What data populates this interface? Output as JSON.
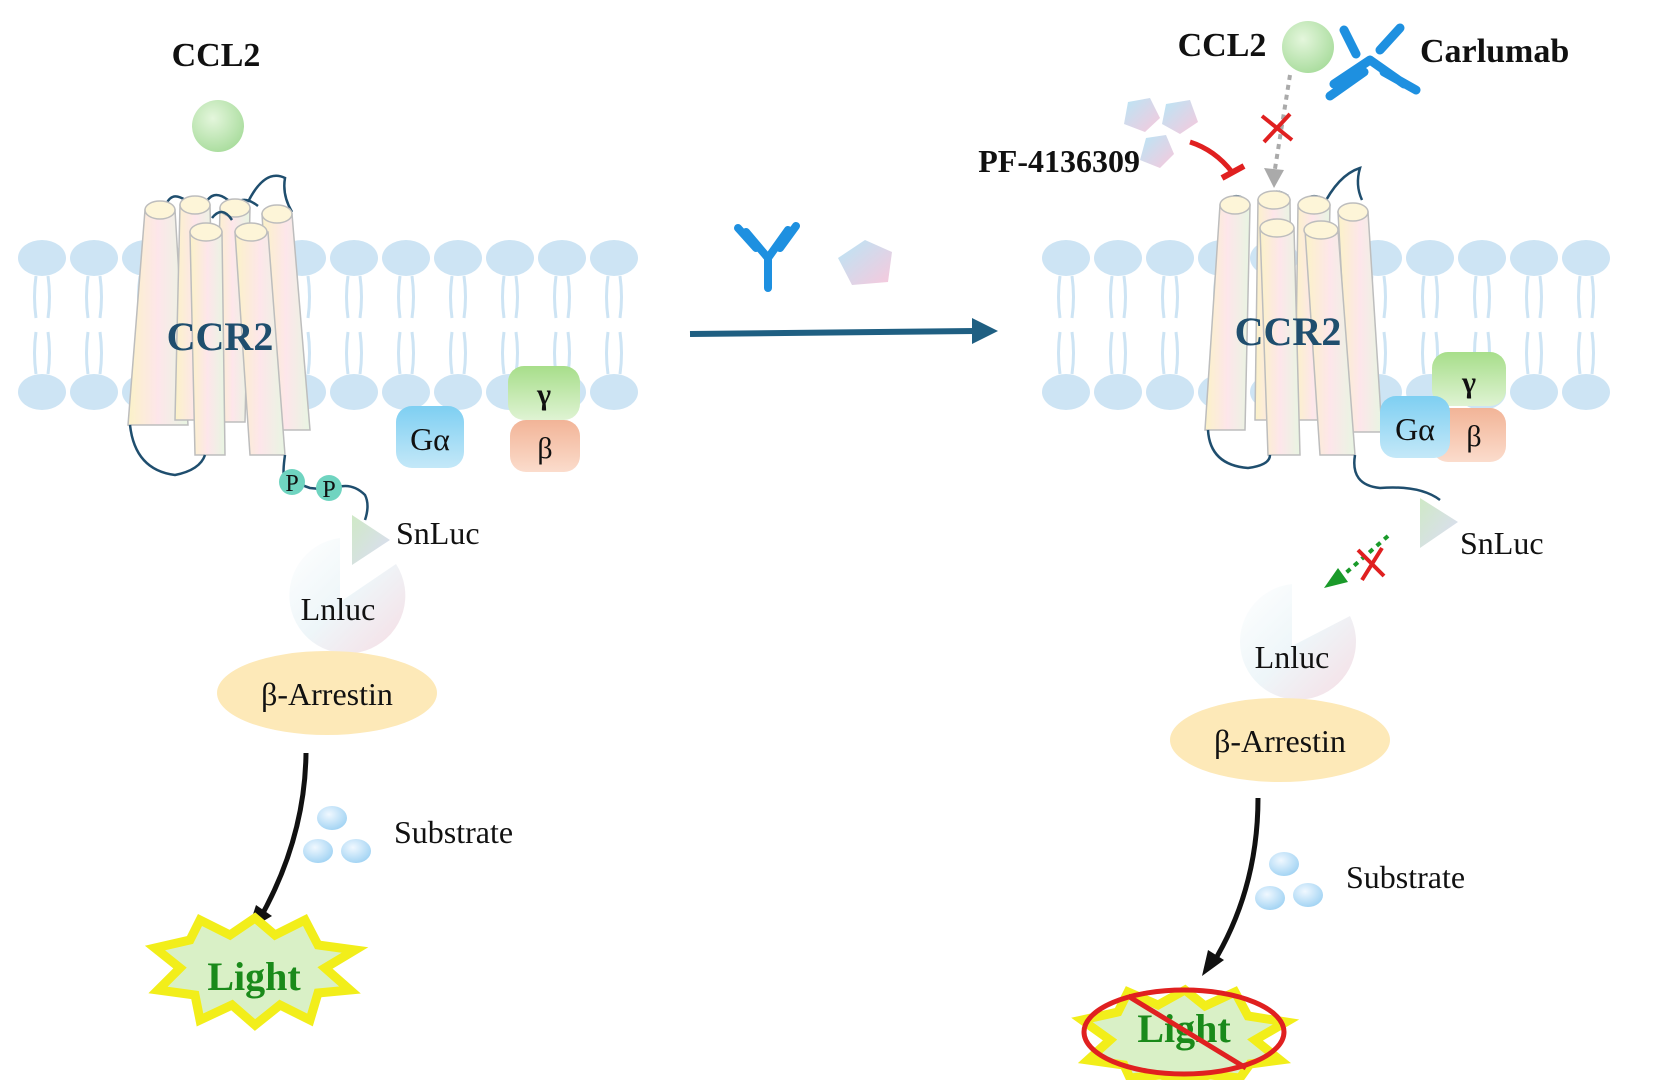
{
  "left_panel": {
    "ligand_label": "CCL2",
    "receptor_label": "CCR2",
    "g_alpha_label": "Gα",
    "g_beta_label": "β",
    "g_gamma_label": "γ",
    "phospho_label": "P",
    "snluc_label": "SnLuc",
    "lnluc_label": "Lnluc",
    "arrestin_label": "β-Arrestin",
    "substrate_label": "Substrate",
    "light_label": "Light"
  },
  "right_panel": {
    "ligand_label": "CCL2",
    "antibody_label": "Carlumab",
    "inhibitor_label": "PF-4136309",
    "receptor_label": "CCR2",
    "g_alpha_label": "Gα",
    "g_beta_label": "β",
    "g_gamma_label": "γ",
    "snluc_label": "SnLuc",
    "lnluc_label": "Lnluc",
    "arrestin_label": "β-Arrestin",
    "substrate_label": "Substrate",
    "light_label": "Light"
  },
  "colors": {
    "receptor_text": "#1f4e6e",
    "arrow": "#1f5f82",
    "light_text": "#1a8a1a",
    "inhibit_red": "#e02020",
    "antibody_blue": "#1e90e0",
    "membrane": "#cde4f4"
  }
}
